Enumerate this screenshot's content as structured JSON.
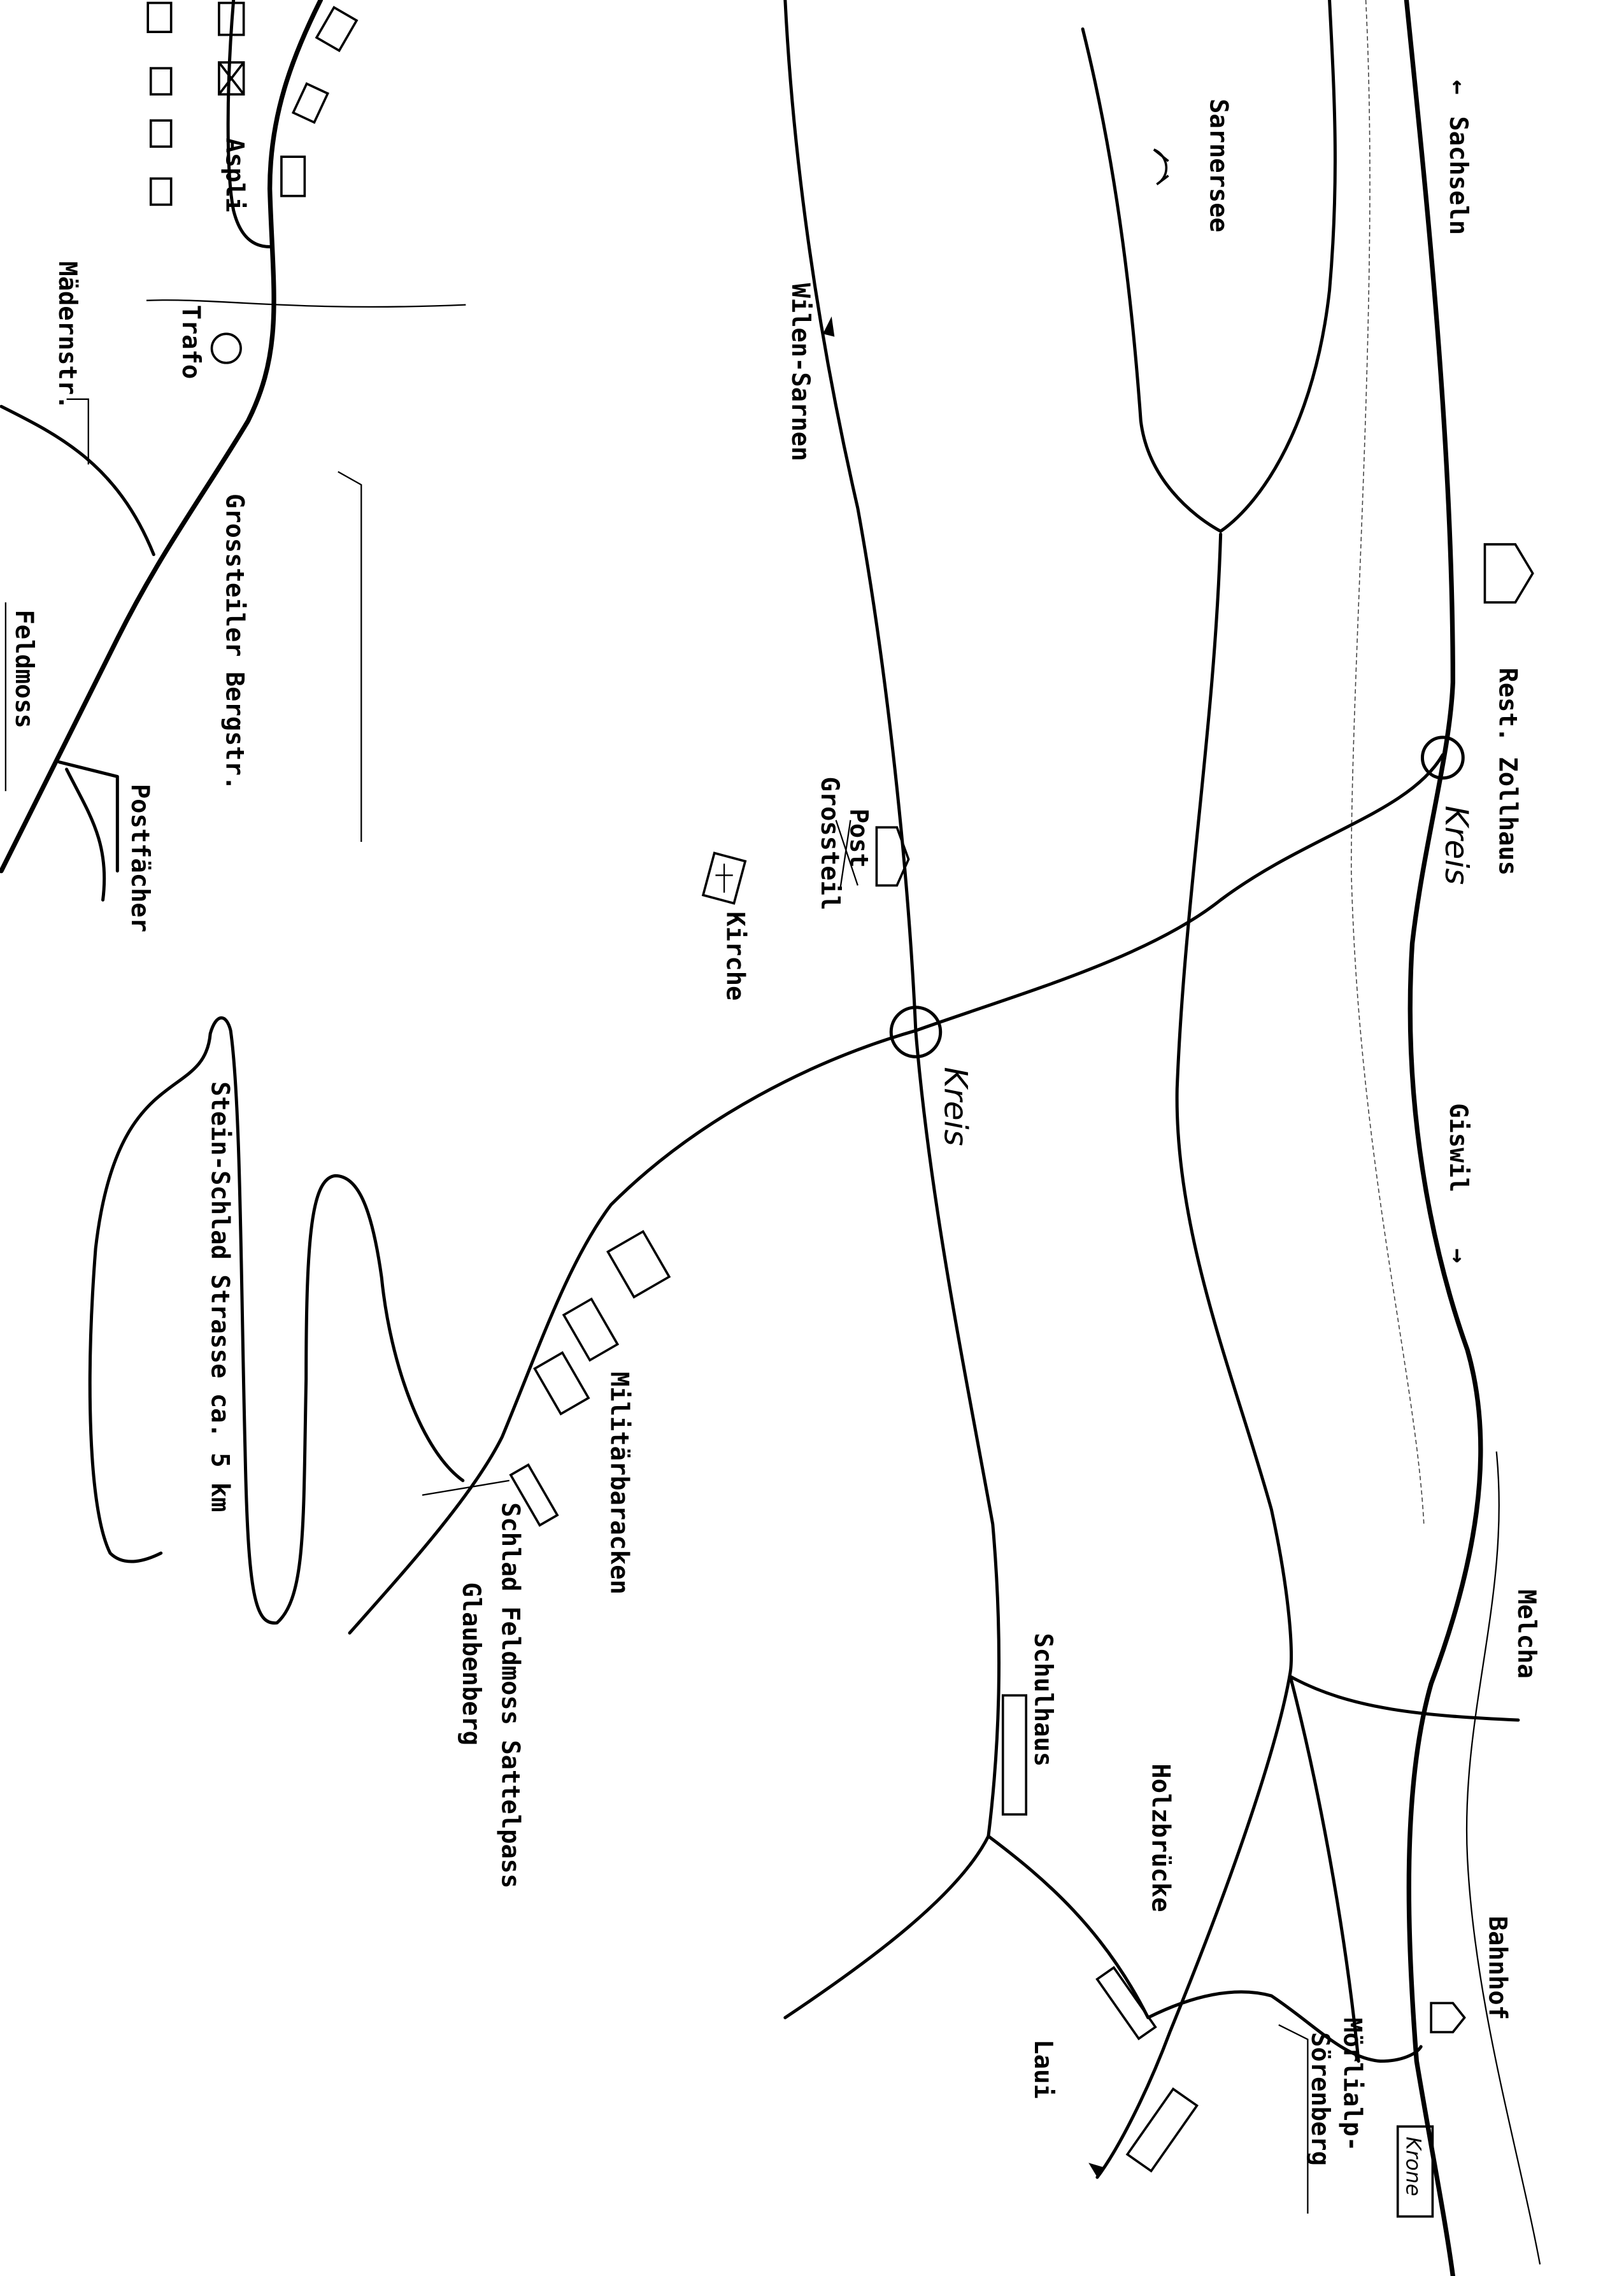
{
  "map": {
    "labels": {
      "sachseln": "Sachseln",
      "sarnersee": "Sarnersee",
      "wilen_sarnen": "Wilen-Sarnen",
      "rest_zollhaus": "Rest. Zollhaus",
      "kreis_1": "Kreis",
      "kreis_2": "Kreis",
      "post": "Post",
      "grossteil": "Grossteil",
      "kirche": "Kirche",
      "giswil": "Giswil",
      "militaerbaracken": "Militärbaracken",
      "schlad_feldmoss": "Schlad Feldmoss Sattelpass",
      "glaubenberg": "Glaubenberg",
      "stein_schlad": "Stein-Schlad Strasse ca. 5 km",
      "melcha": "Melcha",
      "schulhaus": "Schulhaus",
      "holzbruecke": "Holzbrücke",
      "bahnhof": "Bahnhof",
      "moerlialp": "Mörlialp-",
      "soerenberg": "Sörenberg",
      "laui": "Laui",
      "krone": "Krone",
      "aspli": "Aspli",
      "trafo": "Trafo",
      "maedernstr": "Mädernstr.",
      "grossteiler_bergstr": "Grossteiler Bergstr.",
      "feldmoss": "Feldmoss",
      "postfaecher": "Postfächer"
    }
  }
}
